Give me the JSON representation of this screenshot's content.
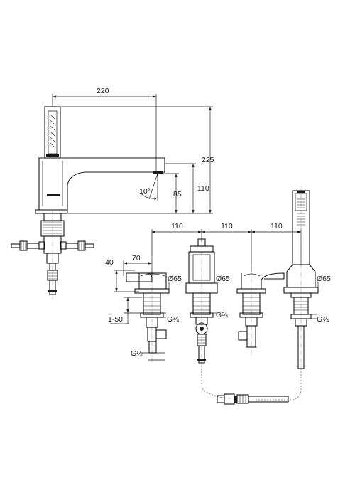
{
  "dimensions": {
    "spout_reach": "220",
    "total_height": "225",
    "outlet_height": "110",
    "base_to_outlet": "85",
    "outlet_angle": "10°",
    "spacing_1": "110",
    "spacing_2": "110",
    "spacing_3": "110",
    "handle_length": "70",
    "handle_height": "40",
    "deck_thickness": "1-50",
    "rosette_1": "Ø65",
    "rosette_2": "Ø65",
    "rosette_3": "Ø65",
    "thread_1": "G¾",
    "thread_2": "G¾",
    "thread_3": "G¾",
    "thread_outlet": "G½"
  }
}
